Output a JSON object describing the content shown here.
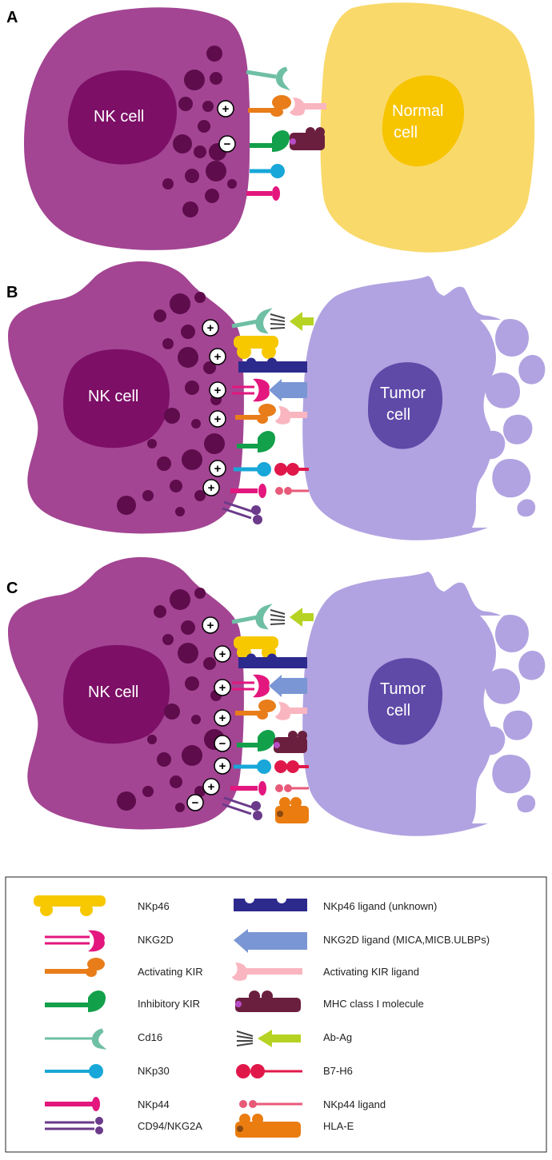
{
  "panels": [
    {
      "label": "A",
      "nk_label": "NK cell",
      "target_label": [
        "Normal",
        "cell"
      ]
    },
    {
      "label": "B",
      "nk_label": "NK cell",
      "target_label": [
        "Tumor",
        "cell"
      ]
    },
    {
      "label": "C",
      "nk_label": "NK cell",
      "target_label": [
        "Tumor",
        "cell"
      ]
    }
  ],
  "signs": {
    "plus": "+",
    "minus": "−"
  },
  "legend": {
    "left": [
      "NKp46",
      "NKG2D",
      "Activating KIR",
      "Inhibitory KIR",
      "Cd16",
      "NKp30",
      "NKp44",
      "CD94/NKG2A"
    ],
    "right": [
      "NKp46 ligand (unknown)",
      "NKG2D ligand (MICA,MICB.ULBPs)",
      "Activating KIR ligand",
      "MHC class I molecule",
      "Ab-Ag",
      "B7-H6",
      "NKp44 ligand",
      "HLA-E"
    ]
  },
  "colors": {
    "nk_cell": "#a34593",
    "nk_nucleus": "#7d0f67",
    "granule": "#5e0c4c",
    "normal_cell": "#f9d96a",
    "normal_nucleus": "#f7c400",
    "tumor_cell": "#b1a3e1",
    "tumor_nucleus": "#5f4aa8",
    "nkp46": "#f7c800",
    "nkg2d": "#e3177e",
    "activating_kir": "#e87d1a",
    "inhibitory_kir": "#13a04b",
    "cd16": "#6fbfa5",
    "nkp30": "#18a7d8",
    "nkp44": "#e3177e",
    "cd94": "#6b3a8a",
    "nkp46_ligand": "#2c2a8c",
    "nkg2d_ligand": "#7b96d4",
    "kir_ligand": "#f9b6c0",
    "mhc": "#6b1f3f",
    "abag_arrow": "#b6d323",
    "b7h6": "#e0184a",
    "nkp44_ligand": "#e85a79",
    "hla_e": "#ea7c10"
  }
}
